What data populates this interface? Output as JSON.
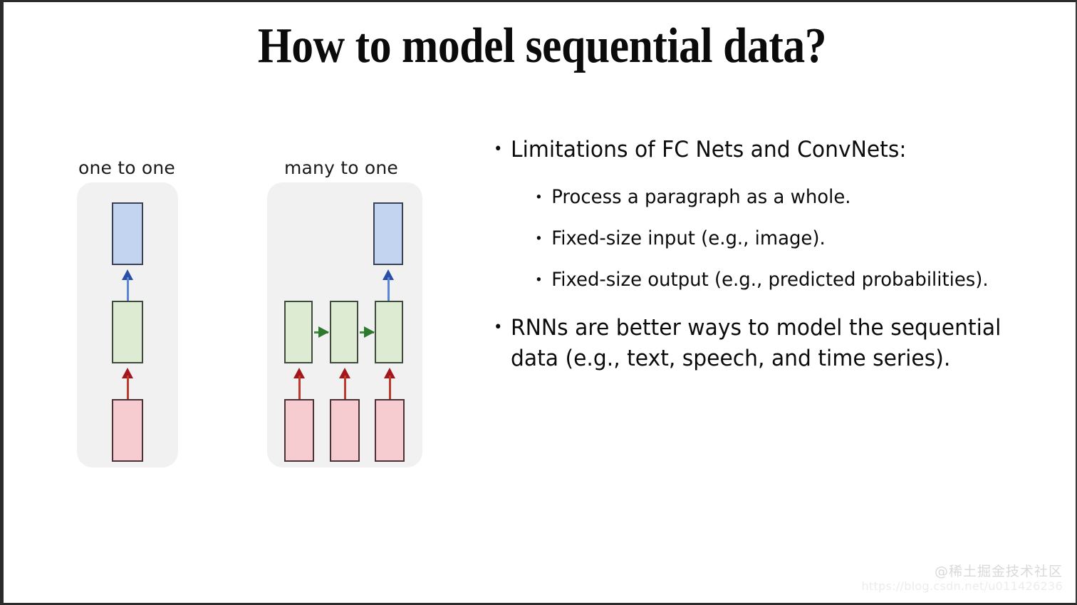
{
  "slide": {
    "title": "How to model sequential data?",
    "background_color": "#ffffff"
  },
  "colors": {
    "panel": "#f1f1f1",
    "input_box": "#f6ccd0",
    "hidden_box": "#dcebd2",
    "output_box": "#c3d4f0",
    "input_arrow": "#c0392b",
    "recurrent_arrow": "#3f8b3f",
    "output_arrow": "#5b86d8",
    "text": "#0c0c0c"
  },
  "diagrams": [
    {
      "label": "one to one",
      "inputs": 1,
      "hidden": 1,
      "outputs": 1,
      "recurrent_arrows": 0
    },
    {
      "label": "many to one",
      "inputs": 3,
      "hidden": 3,
      "outputs": 1,
      "recurrent_arrows": 2
    }
  ],
  "bullets": [
    {
      "level": 1,
      "marker": "•",
      "text": "Limitations of FC Nets and ConvNets:"
    },
    {
      "level": 2,
      "marker": "•",
      "text": "Process a paragraph as a whole."
    },
    {
      "level": 2,
      "marker": "•",
      "text": "Fixed-size input (e.g., image)."
    },
    {
      "level": 2,
      "marker": "•",
      "text": "Fixed-size output (e.g., predicted probabilities)."
    },
    {
      "level": 1,
      "marker": "•",
      "text": "RNNs are better ways to model the sequential data (e.g., text, speech, and time series)."
    }
  ],
  "watermark": {
    "name": "@稀土掘金技术社区",
    "url": "https://blog.csdn.net/u011426236"
  }
}
